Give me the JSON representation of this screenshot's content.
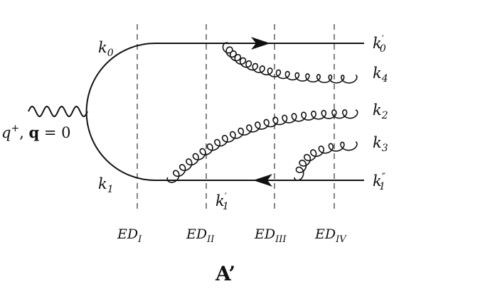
{
  "diagram": {
    "title": "A’",
    "photon_label": "q⁺, q = 0",
    "photon_label_parts": {
      "q_plus_base": "q",
      "q_plus_sup": "+",
      "separator": ", ",
      "q_bold": "q",
      "equals_zero": " = 0"
    },
    "momenta": {
      "k0": {
        "base": "k",
        "sub": "0",
        "prime": ""
      },
      "k1": {
        "base": "k",
        "sub": "1",
        "prime": ""
      },
      "k0_prime": {
        "base": "k",
        "sub": "0",
        "prime": "′"
      },
      "k1_prime": {
        "base": "k",
        "sub": "1",
        "prime": "′"
      },
      "k1_double_prime": {
        "base": "k",
        "sub": "1",
        "prime": "″"
      },
      "k2": {
        "base": "k",
        "sub": "2",
        "prime": ""
      },
      "k3": {
        "base": "k",
        "sub": "3",
        "prime": ""
      },
      "k4": {
        "base": "k",
        "sub": "4",
        "prime": ""
      }
    },
    "energy_denominators": [
      {
        "base": "ED",
        "sub": "I"
      },
      {
        "base": "ED",
        "sub": "II"
      },
      {
        "base": "ED",
        "sub": "III"
      },
      {
        "base": "ED",
        "sub": "IV"
      }
    ],
    "colors": {
      "line": "#111111",
      "dashed": "#333333",
      "background": "#ffffff"
    }
  }
}
